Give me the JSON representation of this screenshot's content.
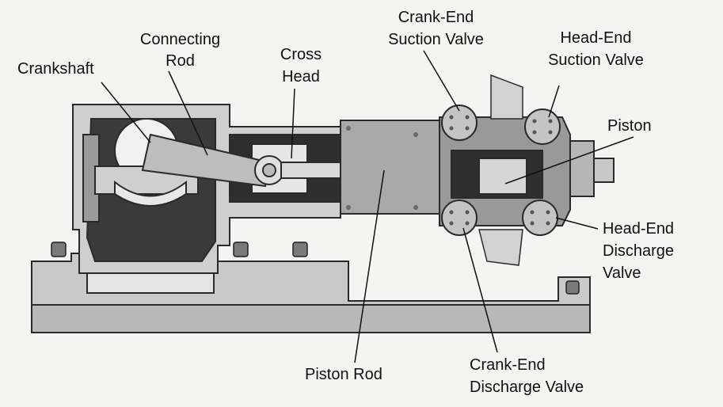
{
  "labels": {
    "crankshaft": "Crankshaft",
    "connecting_rod_1": "Connecting",
    "connecting_rod_2": "Rod",
    "cross_head_1": "Cross",
    "cross_head_2": "Head",
    "crank_end_suction_1": "Crank-End",
    "crank_end_suction_2": "Suction Valve",
    "head_end_suction_1": "Head-End",
    "head_end_suction_2": "Suction Valve",
    "piston": "Piston",
    "head_end_discharge_1": "Head-End",
    "head_end_discharge_2": "Discharge",
    "head_end_discharge_3": "Valve",
    "piston_rod": "Piston Rod",
    "crank_end_discharge_1": "Crank-End",
    "crank_end_discharge_2": "Discharge Valve"
  },
  "colors": {
    "background": "#f4f4f2",
    "ink": "#2a2a2a",
    "dark_fill": "#3a3a3a",
    "mid_fill": "#9a9a9a",
    "light_fill": "#cfcfcf",
    "leader": "#111111"
  }
}
